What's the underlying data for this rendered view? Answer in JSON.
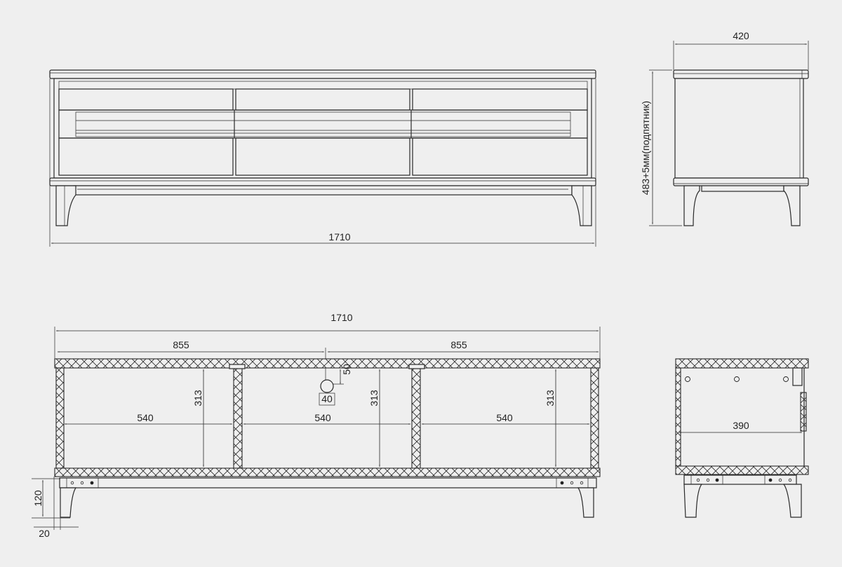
{
  "front_view": {
    "width_label": "1710"
  },
  "side_view": {
    "depth_label": "420",
    "height_label": "483+5мм(подпятник)"
  },
  "front_section": {
    "total_width_label": "1710",
    "left_half_label": "855",
    "right_half_label": "855",
    "hole_offset_label": "50",
    "hole_diameter_label": "40",
    "compartments": [
      {
        "width_label": "540",
        "height_label": "313"
      },
      {
        "width_label": "540",
        "height_label": "313"
      },
      {
        "width_label": "540",
        "height_label": "313"
      }
    ],
    "plinth_height_label": "120",
    "leg_offset_label": "20"
  },
  "side_section": {
    "inner_depth_label": "390"
  }
}
